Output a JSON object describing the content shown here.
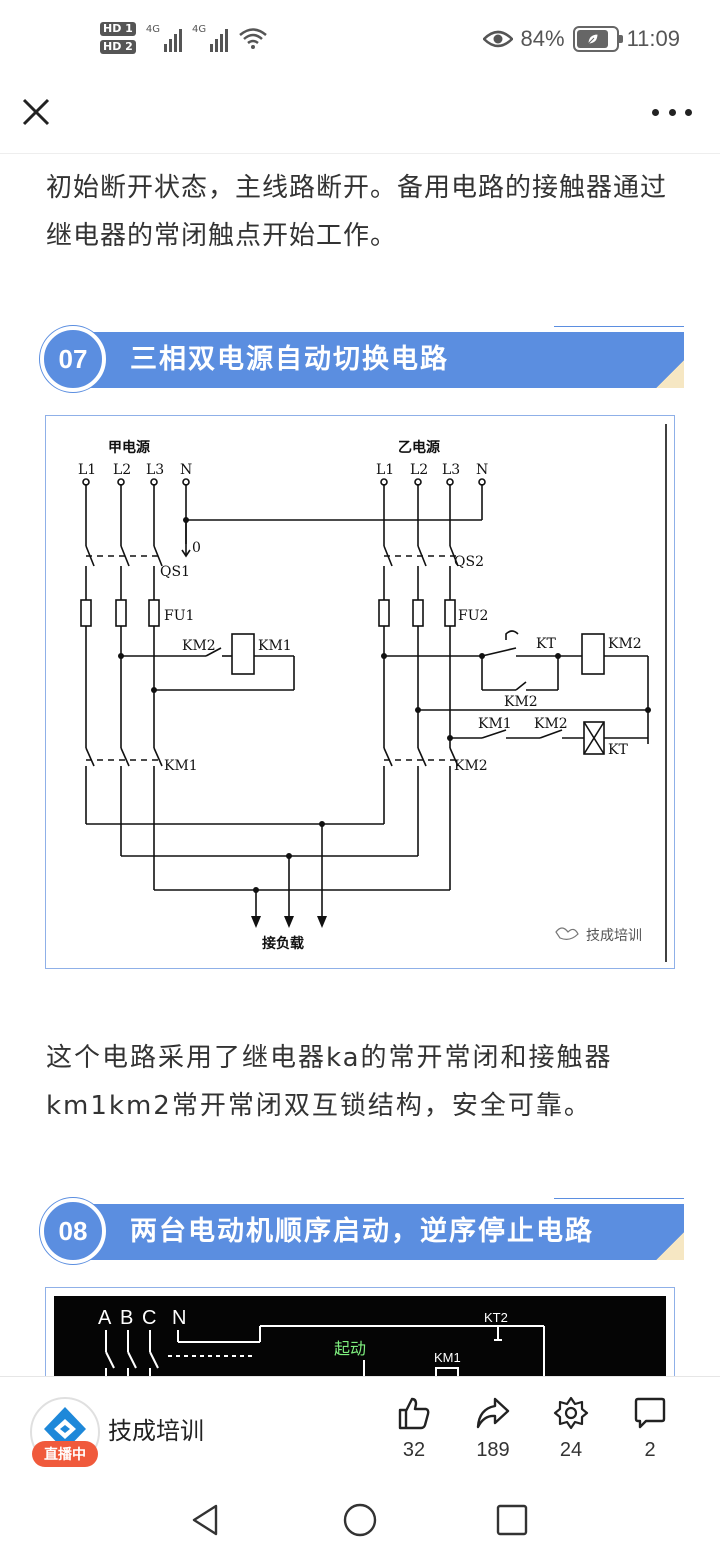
{
  "status_bar": {
    "hd1": "HD 1",
    "hd2": "HD 2",
    "net1": "4G",
    "net2": "4G",
    "battery": "84%",
    "time": "11:09",
    "icons": [
      "signal-icon",
      "wifi-icon",
      "eye-icon",
      "battery-icon"
    ]
  },
  "header": {
    "close_icon": "close-icon",
    "more_icon": "more-icon"
  },
  "article": {
    "para1": "初始断开状态，主线路断开。备用电路的接触器通过继电器的常闭触点开始工作。",
    "section7": {
      "number": "07",
      "title": "三相双电源自动切换电路"
    },
    "figure1": {
      "source_a": "甲电源",
      "source_b": "乙电源",
      "phases_a": [
        "L1",
        "L2",
        "L3",
        "N"
      ],
      "phases_b": [
        "L1",
        "L2",
        "L3",
        "N"
      ],
      "zero": "0",
      "qs1": "QS1",
      "qs2": "QS2",
      "fu1": "FU1",
      "fu2": "FU2",
      "km1": "KM1",
      "km2": "KM2",
      "kt": "KT",
      "load": "接负载",
      "watermark": "技成培训"
    },
    "para2": "这个电路采用了继电器ka的常开常闭和接触器km1km2常开常闭双互锁结构，安全可靠。",
    "section8": {
      "number": "08",
      "title": "两台电动机顺序启动，逆序停止电路"
    },
    "figure2": {
      "labels": [
        "A",
        "B",
        "C",
        "N"
      ],
      "kt2": "KT2",
      "start": "起动",
      "km1": "KM1"
    }
  },
  "action_bar": {
    "author": "技成培训",
    "live": "直播中",
    "like_count": "32",
    "share_count": "189",
    "favorite_count": "24",
    "comment_count": "2",
    "icons": [
      "thumbs-up-icon",
      "share-icon",
      "favorite-icon",
      "comment-icon"
    ]
  },
  "nav_bar": {
    "icons": [
      "back-icon",
      "home-icon",
      "recents-icon"
    ]
  },
  "colors": {
    "accent": "#5b8ee0",
    "live": "#f05a3c"
  }
}
